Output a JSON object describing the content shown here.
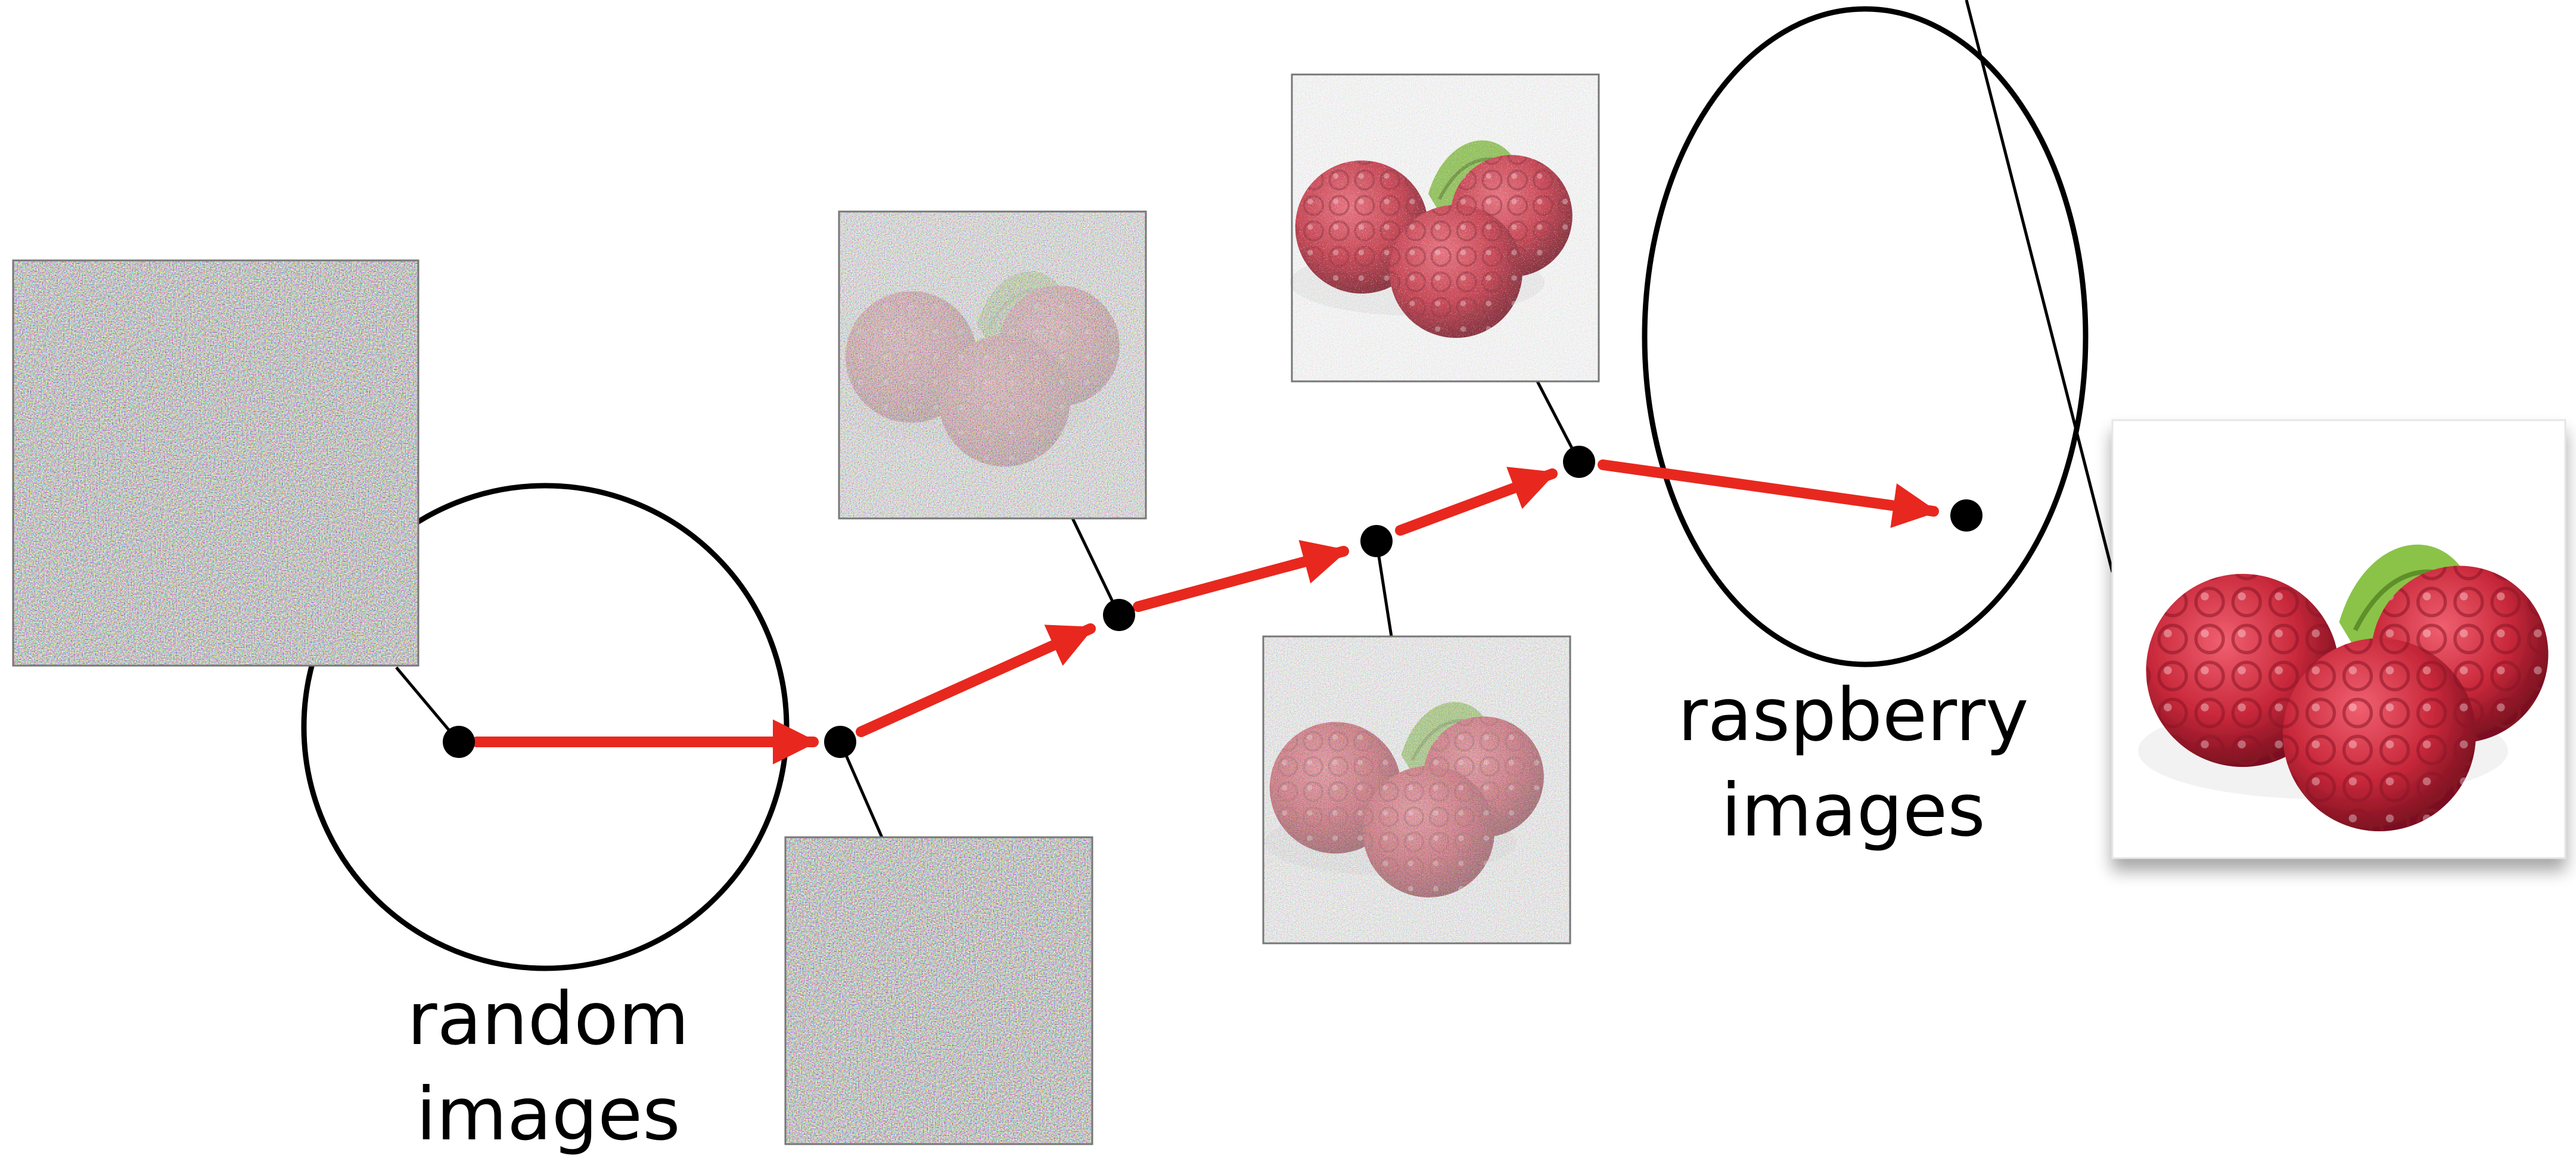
{
  "labels": {
    "random_line1": "random",
    "random_line2": "images",
    "raspberry_line1": "raspberry",
    "raspberry_line2": "images"
  },
  "colors": {
    "arrow": "#e8281e",
    "outline": "#000000",
    "berry": "#c8283a",
    "leaf": "#8bc34a"
  },
  "icons": {
    "noise_image": "noisy-image-thumbnail",
    "raspberry_photo": "raspberry-photo"
  }
}
